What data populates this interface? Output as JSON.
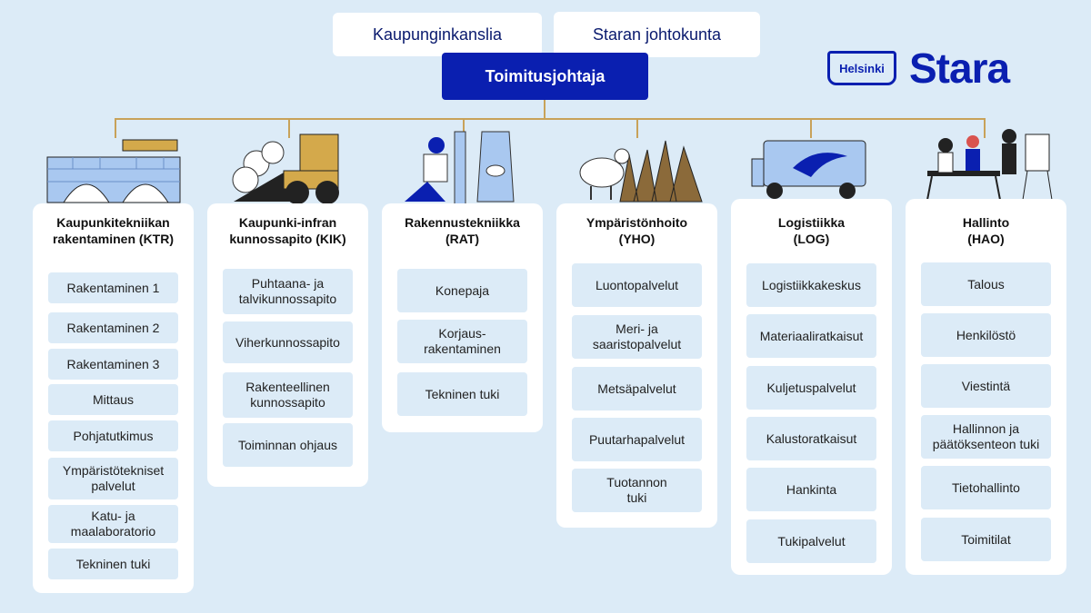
{
  "top": {
    "office": "Kaupunginkanslia",
    "board": "Staran johtokunta",
    "ceo": "Toimitusjohtaja"
  },
  "logo": {
    "helsinki": "Helsinki",
    "stara": "Stara"
  },
  "departments": [
    {
      "title": "Kaupunkitekniikan rakentaminen (KTR)",
      "units": [
        "Rakentaminen 1",
        "Rakentaminen 2",
        "Rakentaminen 3",
        "Mittaus",
        "Pohjatutkimus",
        "Ympäristötekniset palvelut",
        "Katu- ja maalaboratorio",
        "Tekninen tuki"
      ]
    },
    {
      "title": "Kaupunki-infran kunnossapito (KIK)",
      "units": [
        "Puhtaana- ja talvikunnossapito",
        "Viherkunnossapito",
        "Rakenteellinen kunnossapito",
        "Toiminnan ohjaus"
      ]
    },
    {
      "title": "Rakennustekniikka (RAT)",
      "units": [
        "Konepaja",
        "Korjaus-rakentaminen",
        "Tekninen tuki"
      ]
    },
    {
      "title": "Ympäristönhoito (YHO)",
      "units": [
        "Luontopalvelut",
        "Meri- ja saaristopalvelut",
        "Metsäpalvelut",
        "Puutarhapalvelut",
        "Tuotannon tuki"
      ]
    },
    {
      "title": "Logistiikka (LOG)",
      "units": [
        "Logistiikkakeskus",
        "Materiaaliratkaisut",
        "Kuljetuspalvelut",
        "Kalustoratkaisut",
        "Hankinta",
        "Tukipalvelut"
      ]
    },
    {
      "title": "Hallinto (HAO)",
      "units": [
        "Talous",
        "Henkilöstö",
        "Viestintä",
        "Hallinnon ja päätöksenteon tuki",
        "Tietohallinto",
        "Toimitilat"
      ]
    }
  ]
}
